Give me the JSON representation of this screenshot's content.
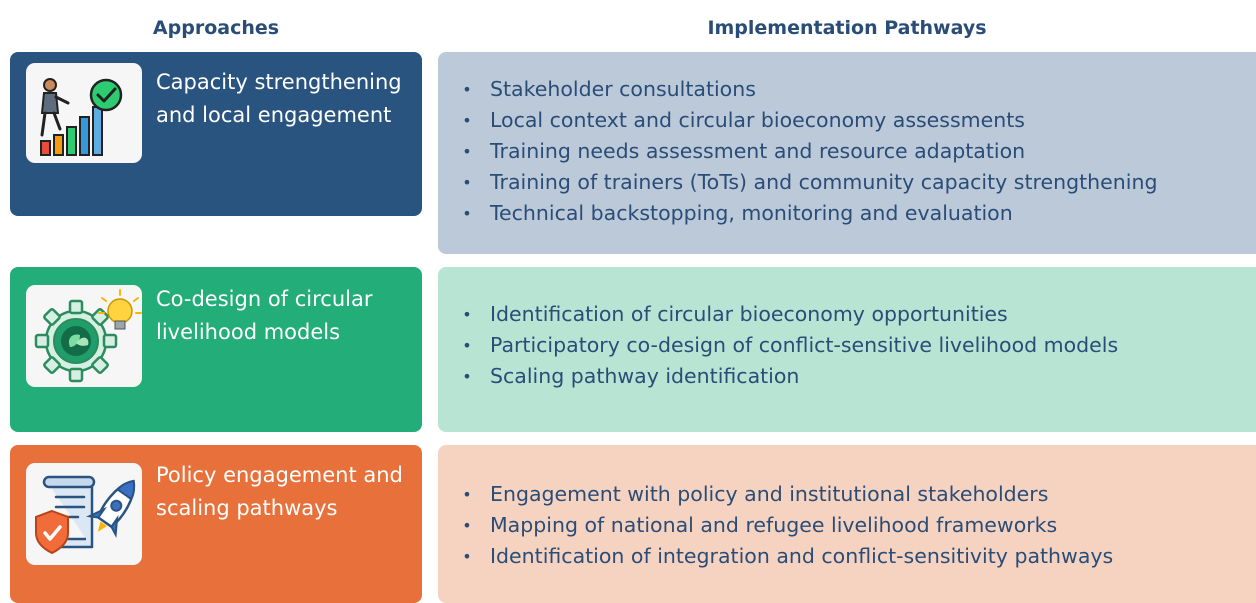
{
  "headers": {
    "approaches": "Approaches",
    "pathways": "Implementation Pathways"
  },
  "colors": {
    "header_text": "#2a4d78",
    "approach_1": "#2a5480",
    "approach_2": "#23ad78",
    "approach_3": "#e8703b",
    "pathway_1": "#bcc9d9",
    "pathway_2": "#b8e4d4",
    "pathway_3": "#f6d3c1"
  },
  "rows": [
    {
      "approach": {
        "title": "Capacity strengthening and local engagement",
        "icon": "person-climbing-growth-chart-with-checkmark-icon"
      },
      "pathways": [
        "Stakeholder consultations",
        "Local context and circular bioeconomy assessments",
        "Training needs assessment and resource adaptation",
        "Training of trainers (ToTs) and community capacity strengthening",
        "Technical backstopping, monitoring and evaluation"
      ]
    },
    {
      "approach": {
        "title": "Co-design of circular livelihood models",
        "icon": "gear-with-sprout-and-lightbulb-icon"
      },
      "pathways": [
        "Identification of circular bioeconomy opportunities",
        "Participatory co-design of conflict-sensitive livelihood models",
        "Scaling pathway identification"
      ]
    },
    {
      "approach": {
        "title": "Policy engagement and scaling pathways",
        "icon": "document-shield-rocket-icon"
      },
      "pathways": [
        "Engagement with policy and institutional stakeholders",
        "Mapping of national and refugee livelihood frameworks",
        "Identification of integration and conflict-sensitivity pathways"
      ]
    }
  ]
}
